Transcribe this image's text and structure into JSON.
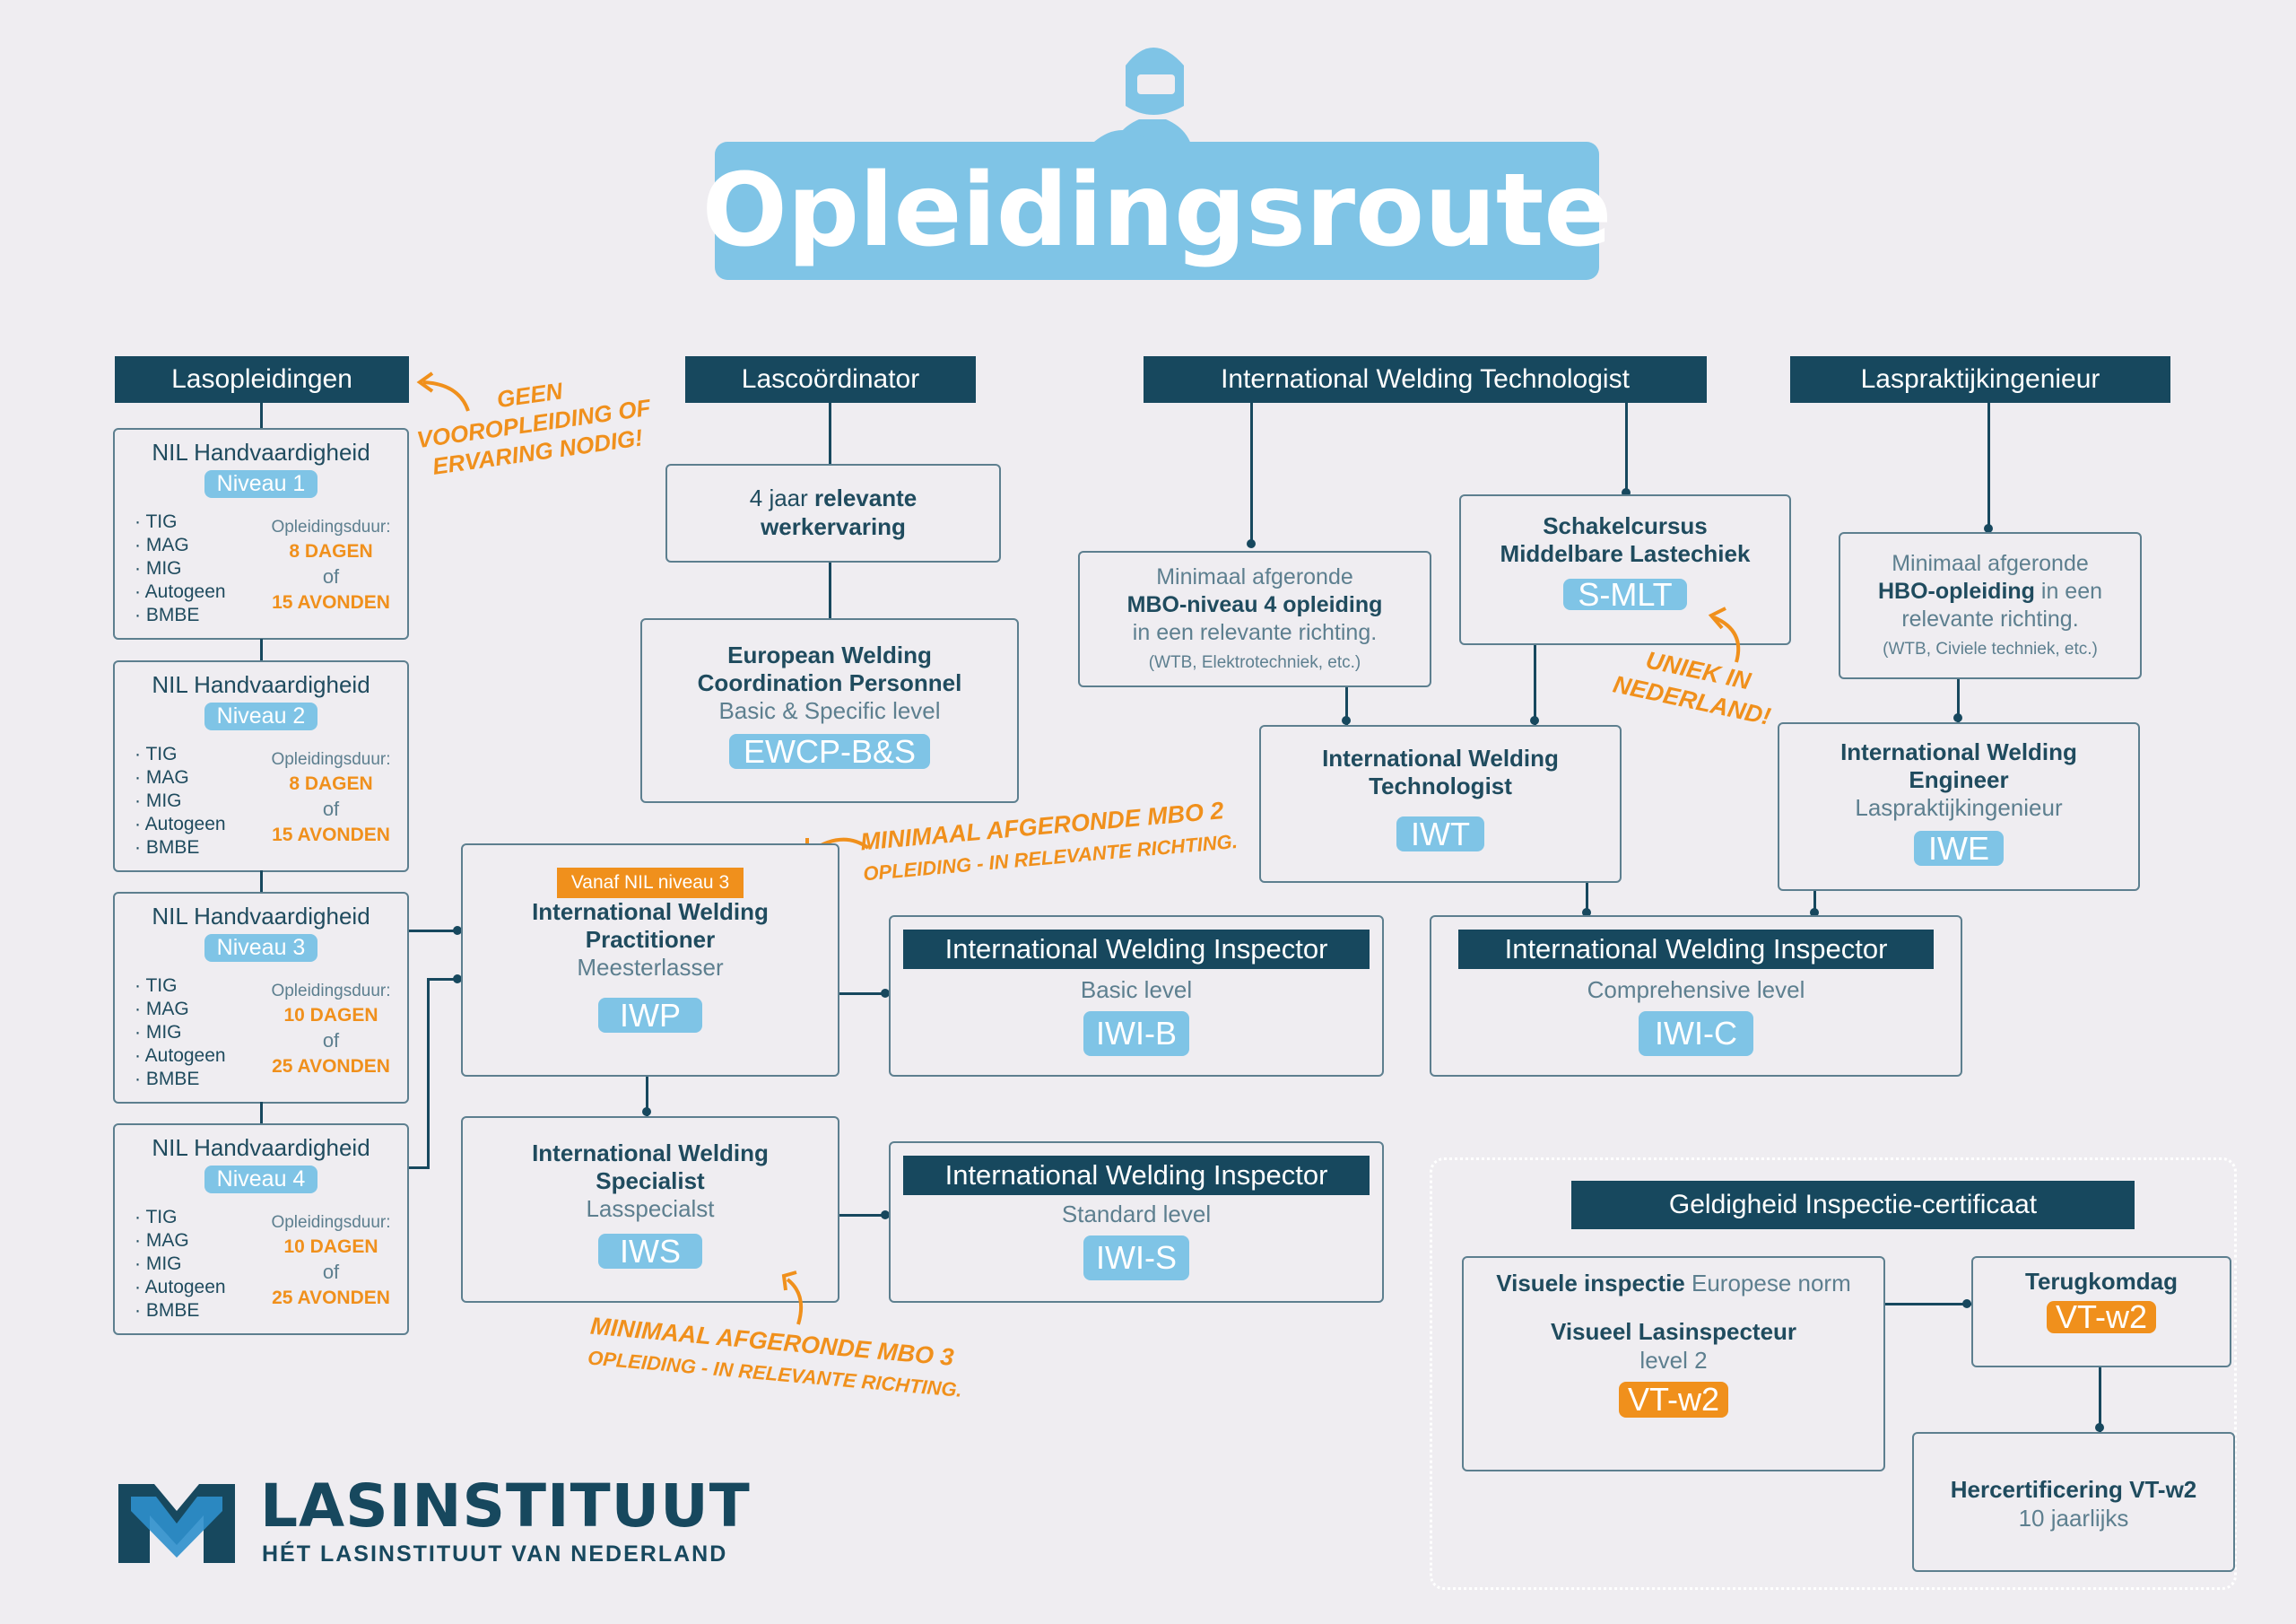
{
  "title": "Opleidingsroute",
  "columns": {
    "lasopleidingen": "Lasopleidingen",
    "lascoordinator": "Lascoördinator",
    "iwt": "International Welding Technologist",
    "laspraktijk": "Laspraktijkingenieur"
  },
  "annotations": {
    "geen_1": "GEEN",
    "geen_2": "VOOROPLEIDING OF",
    "geen_3": "ERVARING NODIG!",
    "mbo2_1": "MINIMAAL AFGERONDE MBO 2",
    "mbo2_2": "OPLEIDING - IN RELEVANTE RICHTING.",
    "mbo3_1": "MINIMAAL AFGERONDE MBO 3",
    "mbo3_2": "OPLEIDING - IN RELEVANTE RICHTING.",
    "uniek_1": "UNIEK IN",
    "uniek_2": "NEDERLAND!"
  },
  "nil": [
    {
      "title": "NIL Handvaardigheid",
      "niveau": "Niveau 1",
      "items": [
        "· TIG",
        "· MAG",
        "· MIG",
        "· Autogeen",
        "· BMBE"
      ],
      "dur_label": "Opleidingsduur:",
      "d1": "8 DAGEN",
      "of": "of",
      "d2": "15 AVONDEN"
    },
    {
      "title": "NIL Handvaardigheid",
      "niveau": "Niveau 2",
      "items": [
        "· TIG",
        "· MAG",
        "· MIG",
        "· Autogeen",
        "· BMBE"
      ],
      "dur_label": "Opleidingsduur:",
      "d1": "8 DAGEN",
      "of": "of",
      "d2": "15 AVONDEN"
    },
    {
      "title": "NIL Handvaardigheid",
      "niveau": "Niveau 3",
      "items": [
        "· TIG",
        "· MAG",
        "· MIG",
        "· Autogeen",
        "· BMBE"
      ],
      "dur_label": "Opleidingsduur:",
      "d1": "10 DAGEN",
      "of": "of",
      "d2": "25 AVONDEN"
    },
    {
      "title": "NIL Handvaardigheid",
      "niveau": "Niveau 4",
      "items": [
        "· TIG",
        "· MAG",
        "· MIG",
        "· Autogeen",
        "· BMBE"
      ],
      "dur_label": "Opleidingsduur:",
      "d1": "10 DAGEN",
      "of": "of",
      "d2": "25 AVONDEN"
    }
  ],
  "werkervaring": {
    "pre": "4 jaar",
    "bold1": "relevante",
    "bold2": "werkervaring"
  },
  "ewcp": {
    "l1": "European Welding",
    "l2": "Coordination Personnel",
    "sub": "Basic & Specific level",
    "code": "EWCP-B&S"
  },
  "mbo4": {
    "l1": "Minimaal afgeronde",
    "l2": "MBO-niveau 4 opleiding",
    "l3": "in een relevante richting.",
    "l4": "(WTB, Elektrotechniek, etc.)"
  },
  "smlt": {
    "l1": "Schakelcursus",
    "l2": "Middelbare Lastechiek",
    "code": "S-MLT"
  },
  "hbo": {
    "l1": "Minimaal afgeronde",
    "l2b": "HBO-opleiding",
    "l2r": " in een",
    "l3": "relevante richting.",
    "l4": "(WTB, Civiele techniek, etc.)"
  },
  "iwt": {
    "l1": "International Welding",
    "l2": "Technologist",
    "code": "IWT"
  },
  "iwe": {
    "l1": "International Welding",
    "l2": "Engineer",
    "sub": "Laspraktijkingenieur",
    "code": "IWE"
  },
  "iwp": {
    "badge": "Vanaf NIL niveau 3",
    "l1": "International Welding",
    "l2": "Practitioner",
    "sub": "Meesterlasser",
    "code": "IWP"
  },
  "iws": {
    "l1": "International Welding",
    "l2": "Specialist",
    "sub": "Lasspecialst",
    "code": "IWS"
  },
  "iwib": {
    "hdr": "International Welding Inspector",
    "sub": "Basic level",
    "code": "IWI-B"
  },
  "iwic": {
    "hdr": "International Welding Inspector",
    "sub": "Comprehensive level",
    "code": "IWI-C"
  },
  "iwis": {
    "hdr": "International Welding Inspector",
    "sub": "Standard level",
    "code": "IWI-S"
  },
  "geldigheid": {
    "hdr": "Geldigheid Inspectie-certificaat",
    "vis_b": "Visuele inspectie",
    "vis_r": " Europese norm",
    "vl1": "Visueel Lasinspecteur",
    "vl2": "level 2",
    "code1": "VT-w2",
    "terug": "Terugkomdag",
    "code2": "VT-w2",
    "herc": "Hercertificering VT-w2",
    "herc_sub": "10 jaarlijks"
  },
  "logo": {
    "name": "LASINSTITUUT",
    "tagline": "HÉT LASINSTITUUT VAN NEDERLAND"
  },
  "colors": {
    "navy": "#17485e",
    "light_blue": "#7fc4e6",
    "orange": "#f0901c",
    "background": "#efedf1"
  }
}
